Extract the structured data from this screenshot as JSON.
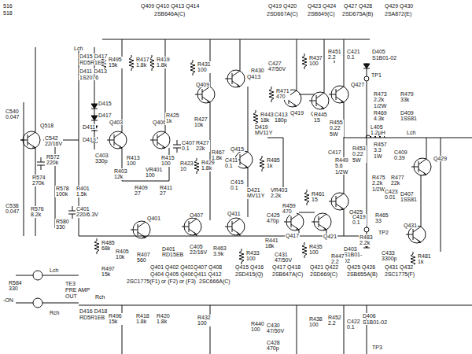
{
  "diagram": {
    "labels": [
      "516",
      "518",
      "Q409 Q410 Q413 Q414",
      "2SB646A(C)",
      "Q419 Q420",
      "2SD667A(C)",
      "Q423 Q424",
      "2SB649(C)",
      "Q427 Q428",
      "2SD675A(B)",
      "Q429 Q430",
      "2SA872(E)",
      "Lch",
      "D415 D417",
      "RD5R1EB",
      "D411 D413",
      "1S2076",
      "R495 15k",
      "R417 1.8k",
      "R419 1.8k",
      "R431 100",
      "R430 100",
      "C427 47/50V",
      "R437 100",
      "R451 2.2",
      "C421 0.1",
      "D405",
      "S1B01-02",
      "TP1",
      "Q409",
      "Q413",
      "R471 470",
      "Q423",
      "Q427",
      "R473 2.2k 1/2W",
      "R479 33k",
      "R469 4.3k",
      "L405 1.2μH",
      "D409 1SS81",
      "Q403",
      "Q406",
      "D415",
      "D417",
      "D411",
      "D413",
      "R425 1k",
      "R427 10k",
      "C407 0.1",
      "R427 22k",
      "R467 1.8k",
      "R423 10",
      "R429 1.8k",
      "C411 0.1",
      "D419 MV11Y",
      "Q415",
      "R485 1k",
      "C415 0.1",
      "D421 MV11Y",
      "VR403 2.2k",
      "R443 18k",
      "C413 180p",
      "Q419",
      "R445 15",
      "R455 0.22 5W",
      "C417",
      "R449 5.6 1/2W",
      "R453 0.22 5W",
      "R457 3.3 1W",
      "C409 0.39",
      "Lch",
      "Q429",
      "R475 2.2k 1/2W",
      "R477 22k",
      "C423 0.01",
      "D407 1SS81",
      "R461 15",
      "R459 470",
      "C425 470p",
      "Q411",
      "Q407",
      "Q417",
      "Q421",
      "Q425",
      "C419 0.1",
      "R465 33",
      "TP2",
      "D403 S1B01-02",
      "Q431",
      "R481 1k",
      "C433 3300p",
      "R483 2.2k",
      "R401 1.5k",
      "C401 220/6.3V",
      "R403 12k",
      "C403 330p",
      "R413 100",
      "R415 100",
      "VR401 100",
      "R409 27",
      "R411 27",
      "Q401",
      "R485 68k",
      "R405 10k",
      "R407 560",
      "D401 RD15EB",
      "C405 22/16V",
      "R463 3.9k",
      "R433 100",
      "R441 18k",
      "C431 47/50V",
      "R435 100",
      "R447 2.2",
      "R497 15k",
      "C540 0.047",
      "Q518",
      "C542 22/16V",
      "R572 220k",
      "R574 270k",
      "R578 100k",
      "C538 0.047",
      "R576 8.2k",
      "R580 330",
      "R584 330",
      "Lch",
      "TE3",
      "PRE AMP",
      "OUT",
      "Rch",
      "-ON",
      "Q401 Q402 Q403",
      "Q404 Q405 Q406",
      "2SC1775(F1) or (F2) or (F3)",
      "Q407 Q408",
      "Q411 Q412",
      "2SC666A(C)",
      "Q415 Q416",
      "2SD415(Q)",
      "Q417 Q418",
      "2SB647A(C)",
      "Q421 Q422",
      "2SD669(C)",
      "Q425 Q426",
      "2SB655A(B)",
      "Q431 Q432",
      "2SC1775(F)",
      "Rch",
      "D416 D418",
      "RD5R1EB",
      "R496 15k",
      "R418 1.8k",
      "R420 1.8k",
      "R432 100",
      "R440 100",
      "C430 47/50V",
      "R438 100",
      "R452 2.2",
      "C422 0.1",
      "D406",
      "S1B01-02",
      "C428 470p",
      "TP3"
    ]
  }
}
